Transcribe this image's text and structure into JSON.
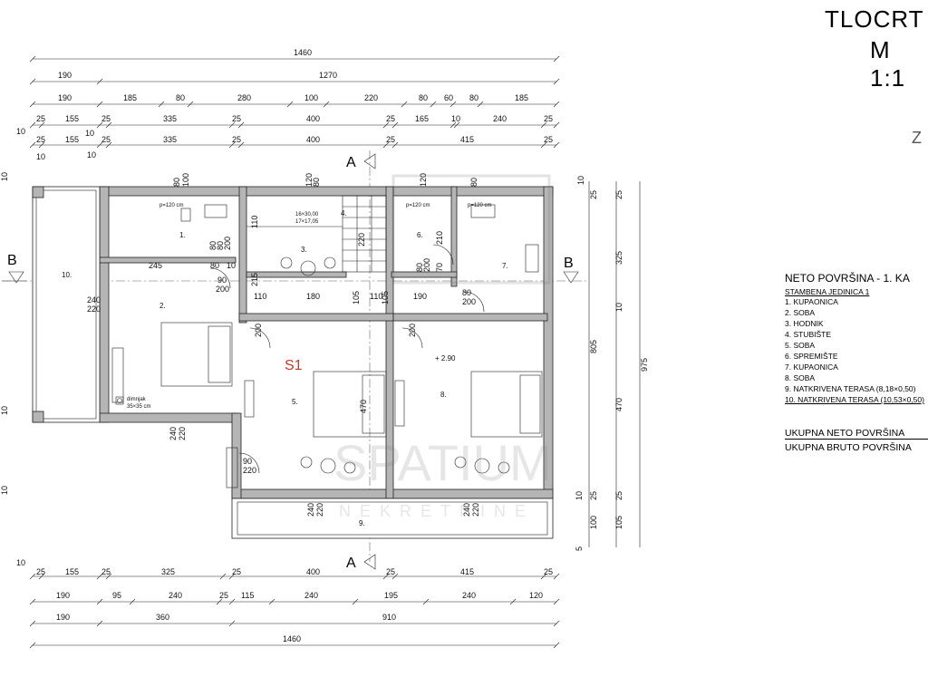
{
  "title": {
    "line1": "TLOCRT",
    "line2": "M 1:1"
  },
  "compass_letter": "Z",
  "legend": {
    "heading": "NETO  POVRŠINA -  1. KA",
    "unit_label": "STAMBENA JEDINICA 1",
    "rooms": [
      "1. KUPAONICA",
      "2. SOBA",
      "3. HODNIK",
      "4. STUBIŠTE",
      "5. SOBA",
      "6. SPREMIŠTE",
      "7. KUPAONICA",
      "8. SOBA",
      "9. NATKRIVENA TERASA (8,18×0,50)",
      "10. NATKRIVENA TERASA (10,53×0,50)"
    ],
    "total_net": "UKUPNA NETO POVRŠINA",
    "total_gross": "UKUPNA BRUTO POVRŠINA"
  },
  "unit_label": "S1",
  "section_marks": {
    "a": "A",
    "b": "B"
  },
  "level_mark": "+ 2.90",
  "watermark": {
    "line1": "SPATIUM",
    "line2": "NEKRETNINE"
  },
  "room_numbers": [
    "1.",
    "2.",
    "3.",
    "4.",
    "5.",
    "6.",
    "7.",
    "8.",
    "9.",
    "10."
  ],
  "notes": {
    "stairs": "16×30,00",
    "stairs2": "17×17,05",
    "chimney": "dimnjak",
    "chimney_size": "35×35 cm",
    "p1": "p=120 cm",
    "p2": "p=120 cm",
    "p3": "p=120 cm"
  },
  "top_dims": {
    "row1": [
      "1460"
    ],
    "row2": [
      "190",
      "1270"
    ],
    "row3": [
      "190",
      "185",
      "80",
      "280",
      "100",
      "220",
      "80",
      "60",
      "80",
      "185"
    ],
    "row4": [
      "25",
      "155",
      "25",
      "335",
      "25",
      "400",
      "25",
      "165",
      "10",
      "240",
      "25"
    ],
    "row5": [
      "25",
      "155",
      "25",
      "335",
      "25",
      "400",
      "25",
      "415",
      "25"
    ],
    "row4_left": "10",
    "row5_left": "10"
  },
  "bottom_dims": {
    "row1": [
      "25",
      "155",
      "25",
      "325",
      "25",
      "400",
      "25",
      "415",
      "25"
    ],
    "row1_left": "10",
    "row2": [
      "190",
      "95",
      "240",
      "25",
      "115",
      "240",
      "195",
      "240",
      "120"
    ],
    "row3": [
      "190",
      "360",
      "910"
    ],
    "row4": [
      "1460"
    ]
  },
  "right_dims": [
    "10",
    "25",
    "25",
    "325",
    "10",
    "805",
    "975",
    "470",
    "10",
    "25",
    "25",
    "105",
    "100",
    "5"
  ],
  "left_dims": [
    "10",
    "10"
  ],
  "interior_dims": [
    "80",
    "100",
    "120",
    "80",
    "120",
    "80",
    "80",
    "110",
    "80",
    "200",
    "220",
    "245",
    "80",
    "10",
    "90",
    "200",
    "215",
    "210",
    "80",
    "200",
    "70",
    "80",
    "200",
    "110",
    "180",
    "105",
    "110",
    "190",
    "105",
    "240",
    "220",
    "200",
    "200",
    "470",
    "240",
    "220",
    "90",
    "220",
    "240",
    "220",
    "240",
    "220"
  ]
}
